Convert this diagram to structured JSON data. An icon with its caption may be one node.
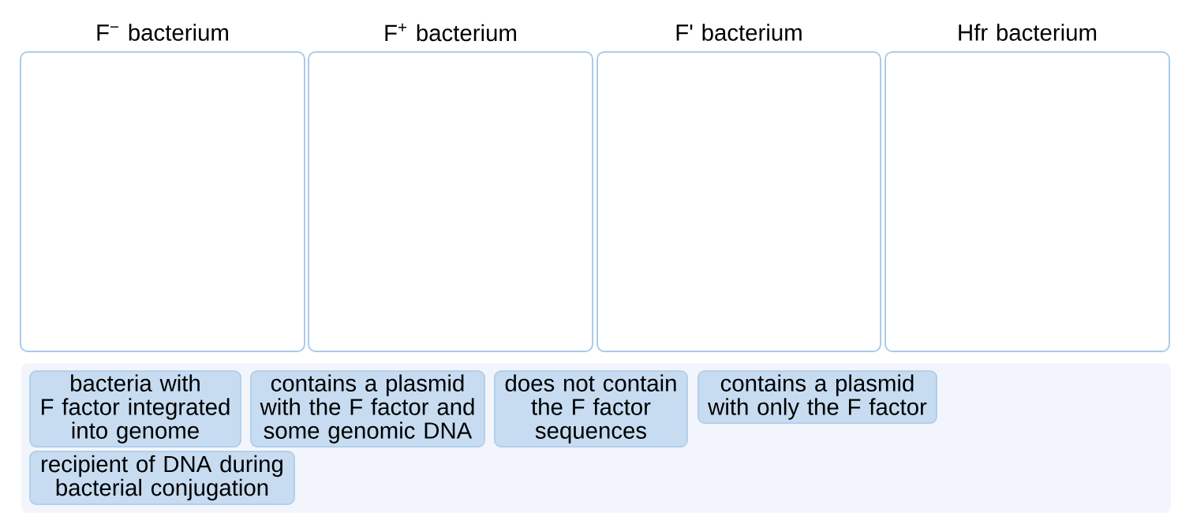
{
  "diagram": {
    "nodes": [
      {
        "text": [
          "F$^{−}$ bacterium"
        ]
      },
      {
        "text": [
          "F$^{+}$ bacterium"
        ]
      },
      {
        "text": [
          "F' bacterium"
        ]
      },
      {
        "text": [
          "Hfr bacterium"
        ]
      },
      {
        "text": [],
        "shape": "box"
      },
      {
        "text": [
          "bacteria with F factor integrated into genome"
        ],
        "in": 4
      },
      {
        "text": [
          "contains a plasmid with the F factor and some genomic DNA"
        ],
        "in": 4
      },
      {
        "text": [
          "does not contain the F factor sequences"
        ],
        "in": 4
      },
      {
        "text": [
          "contains a plasmid with only the F factor"
        ],
        "in": 4
      },
      {
        "text": [
          "recipient of DNA during bacterial conjugation"
        ],
        "in": 4
      }
    ]
  }
}
